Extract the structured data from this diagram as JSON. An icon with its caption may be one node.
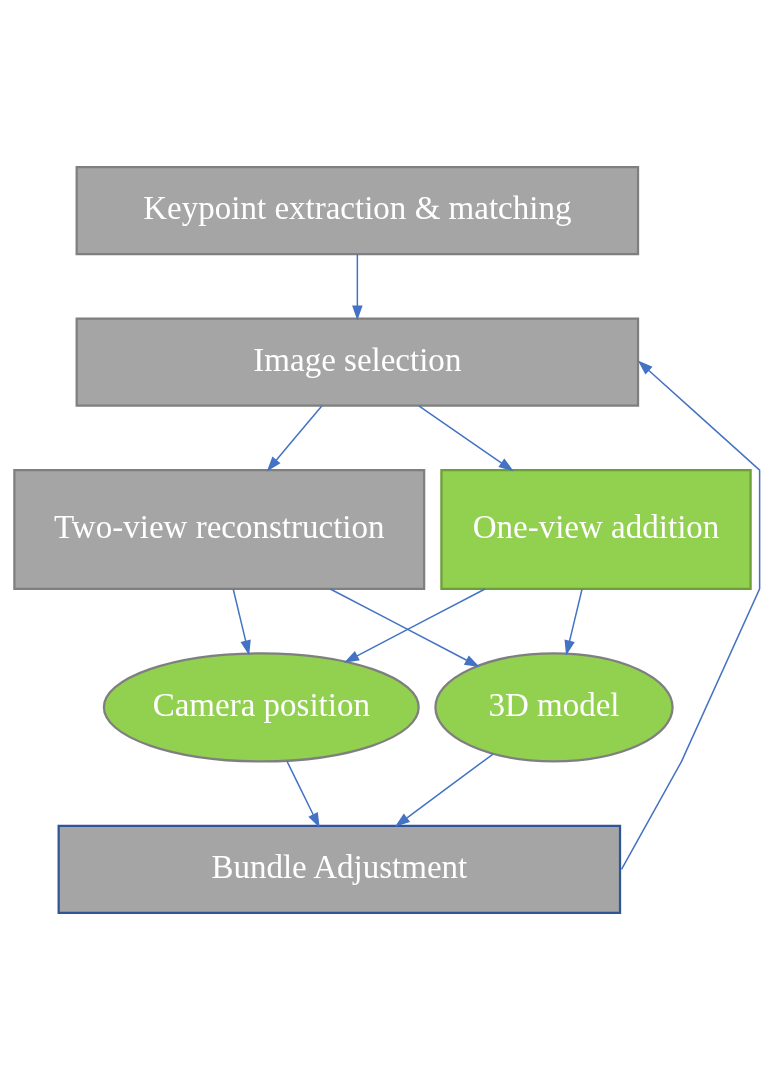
{
  "diagram": {
    "nodes": [
      {
        "text": [
          "Keypoint extraction & matching"
        ]
      },
      {
        "text": [
          "Image selection"
        ]
      },
      {
        "text": [
          "Two-view reconstruction"
        ]
      },
      {
        "text": [
          "One-view addition"
        ]
      },
      {
        "text": [
          "Camera position"
        ]
      },
      {
        "text": [
          "3D model"
        ]
      },
      {
        "text": [
          "Bundle Adjustment"
        ]
      }
    ],
    "edges": [
      {
        "from": 0,
        "to": 1,
        "arrow": "to"
      },
      {
        "from": 1,
        "to": 2,
        "arrow": "to"
      },
      {
        "from": 1,
        "to": 3,
        "arrow": "to"
      },
      {
        "from": 2,
        "to": 4,
        "arrow": "to"
      },
      {
        "from": 2,
        "to": 5,
        "arrow": "to"
      },
      {
        "from": 3,
        "to": 4,
        "arrow": "to"
      },
      {
        "from": 3,
        "to": 5,
        "arrow": "to"
      },
      {
        "from": 4,
        "to": 6,
        "arrow": "to"
      },
      {
        "from": 5,
        "to": 6,
        "arrow": "to"
      },
      {
        "from": 6,
        "to": 1,
        "arrow": "to"
      }
    ]
  }
}
